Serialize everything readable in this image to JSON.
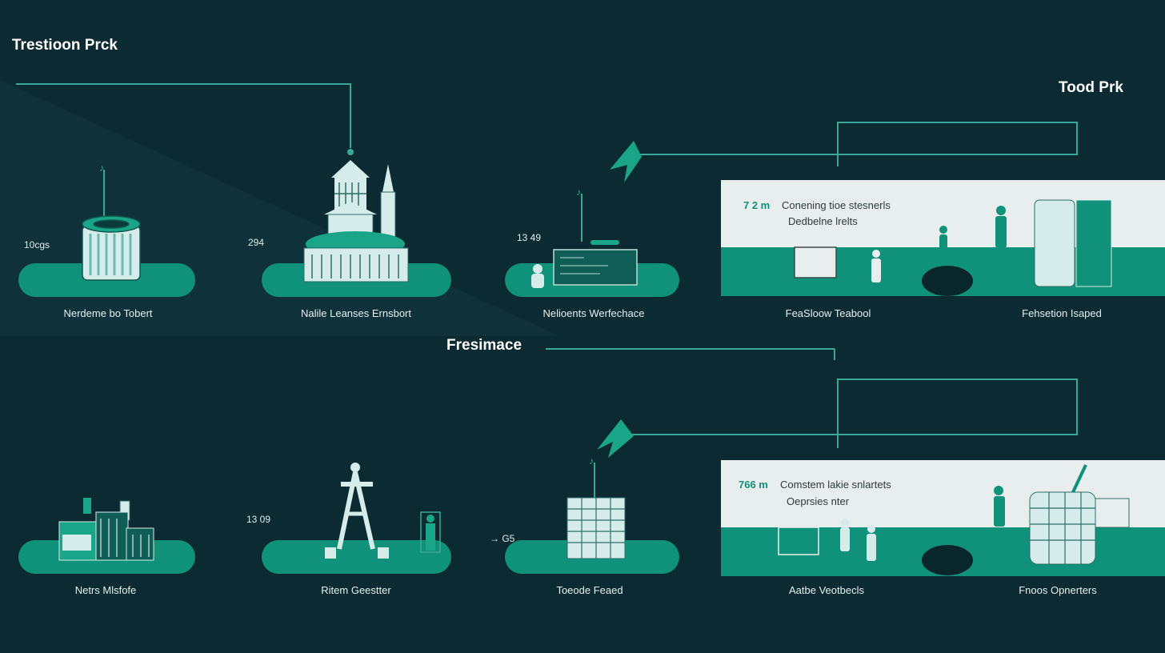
{
  "titles": {
    "top_left": "Trestioon Prck",
    "top_right": "Tood Prk",
    "middle": "Fresimace"
  },
  "row1": {
    "stations": [
      {
        "number": "10cgs",
        "caption": "Nerdeme bo Tobert"
      },
      {
        "number": "294",
        "caption": "Nalile Leanses Ernsbort"
      },
      {
        "number": "13 49",
        "caption": "Nelioents Werfechace"
      }
    ],
    "panel": {
      "accent": "7 2 m",
      "line1": "Conening tioe stesnerls",
      "line2": "Dedbelne lrelts",
      "caption_left": "FeaSloow Teabool",
      "caption_right": "Fehsetion Isaped"
    }
  },
  "row2": {
    "stations": [
      {
        "number": "",
        "caption": "Netrs Mlsfofe"
      },
      {
        "number": "13 09",
        "caption": "Ritem Geestter"
      },
      {
        "number": "→ G5",
        "caption": "Toeode Feaed"
      }
    ],
    "panel": {
      "accent": "766 m",
      "line1": "Comstem lakie snlartets",
      "line2": "Oeprsies nter",
      "caption_left": "Aatbe Veotbecls",
      "caption_right": "Fnoos Opnerters"
    }
  },
  "colors": {
    "background": "#0c2a32",
    "accent": "#0f9279",
    "line": "#3aa898",
    "icon": "#d6eceb",
    "panel": "#e8eeee"
  },
  "icons": {
    "row1": [
      "water-tower-icon",
      "palace-icon",
      "office-desk-icon"
    ],
    "row2": [
      "factory-icon",
      "oil-derrick-icon",
      "office-building-icon"
    ]
  }
}
